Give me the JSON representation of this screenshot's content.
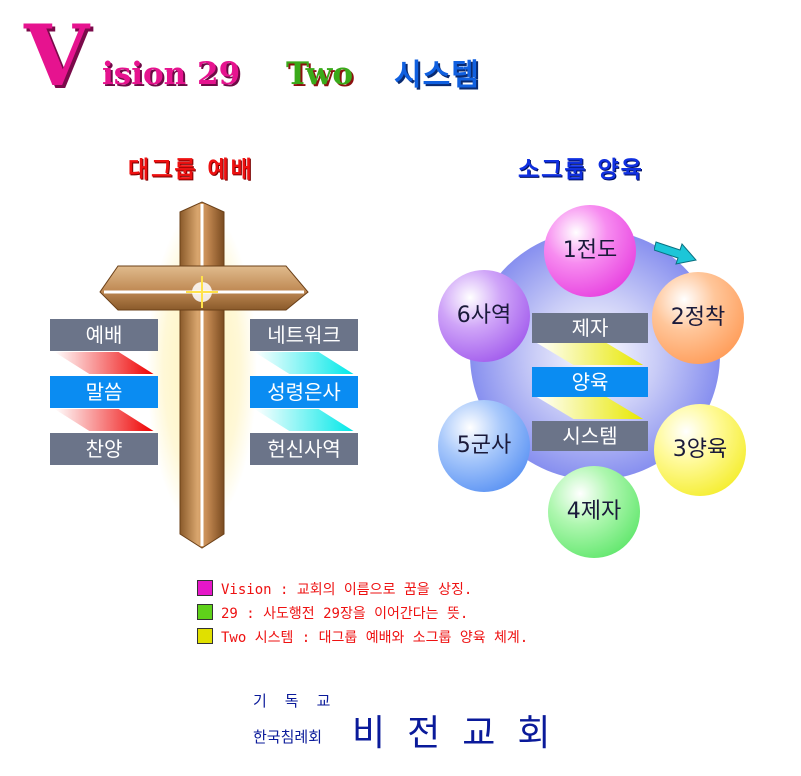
{
  "title": {
    "initial": "V",
    "rest": "ision 29",
    "two": "Two",
    "system": "시스템"
  },
  "left_heading": "대그룹 예배",
  "right_heading": "소그룹 양육",
  "left_labels": [
    "예배",
    "말씀",
    "찬양"
  ],
  "right_labels": [
    "네트워크",
    "성령은사",
    "헌신사역"
  ],
  "center_labels": [
    "제자",
    "양육",
    "시스템"
  ],
  "circles": [
    "1전도",
    "2정착",
    "3양육",
    "4제자",
    "5군사",
    "6사역"
  ],
  "legend": [
    {
      "text": "Vision : 교회의 이름으로 꿈을 상징.",
      "color": "#e617c8"
    },
    {
      "text": "29 : 사도행전 29장을 이어간다는 뜻.",
      "color": "#5fd11a"
    },
    {
      "text": "Two 시스템 : 대그룹 예배와 소그룹 양육 체계.",
      "color": "#e0e000"
    }
  ],
  "footer": {
    "denomination": "기독교",
    "church_group": "한국침례회",
    "church_name": "비전교회"
  }
}
